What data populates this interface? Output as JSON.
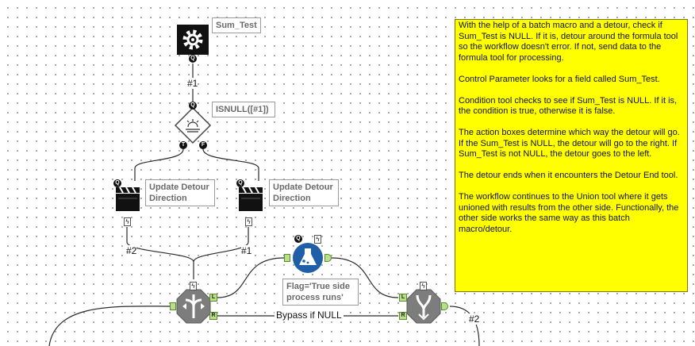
{
  "canvas": {
    "background": "#ffffff",
    "dot_color": "#9a9a9a",
    "wire_color": "#2a2a2a"
  },
  "tools": {
    "control_parameter": {
      "icon": "gear-icon",
      "label": "Sum_Test",
      "badge": "Q"
    },
    "condition": {
      "icon": "condition-icon",
      "label": "ISNULL([#1])",
      "badge": "Q",
      "true_anchor": "T",
      "false_anchor": "F"
    },
    "action_left": {
      "icon": "clapperboard-icon",
      "label": "Update Detour Direction",
      "badge": "Q"
    },
    "action_right": {
      "icon": "clapperboard-icon",
      "label": "Update Detour Direction",
      "badge": "Q"
    },
    "formula": {
      "icon": "flask-icon",
      "label": "Flag='True side process runs'",
      "badge": "Q",
      "color": "#1f5fa8"
    },
    "detour": {
      "icon": "detour-icon",
      "left_anchor": "L",
      "right_anchor": "R"
    },
    "detour_end": {
      "icon": "detour-end-icon",
      "left_anchor": "L",
      "right_anchor": "R"
    }
  },
  "wires": {
    "control_to_condition": "#1",
    "left_action": "#2",
    "right_action": "#1",
    "bypass": "Bypass if NULL",
    "output": "#2"
  },
  "bolt_symbol": "ϟ",
  "note": {
    "color": "#ffff00",
    "paragraphs": [
      "With the help of a batch macro and a detour, check if Sum_Test is NULL.  If it is, detour around the formula tool so the workflow doesn't error.  If not, send data to the formula tool for processing.",
      "Control Parameter looks for a field called Sum_Test.",
      "Condition tool checks to see if Sum_Test is NULL.  If it is, the condition is true, otherwise it is false.",
      "The action boxes determine which way the detour will go.  If the Sum_Test is NULL, the detour will go to the right.  If Sum_Test is not NULL, the detour goes to the left.",
      "The detour ends when it encounters the Detour End tool.",
      "The workflow continues to the Union tool where it gets unioned with results from the other side. Functionally, the other side works the same way as this batch macro/detour."
    ]
  }
}
